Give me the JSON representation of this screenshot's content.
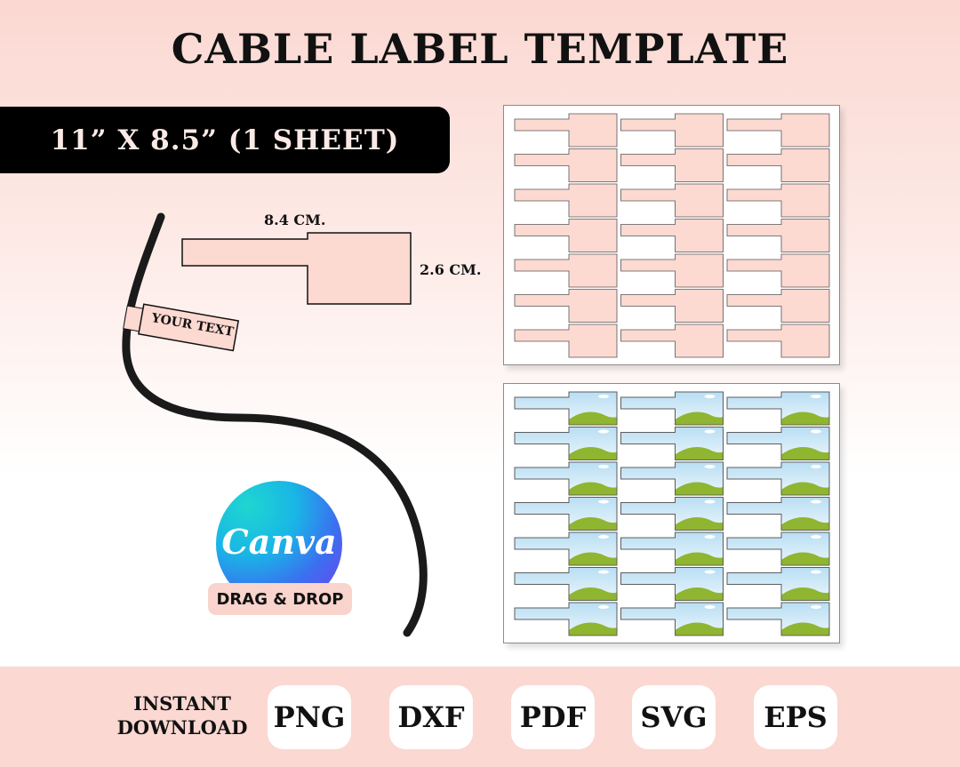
{
  "title": "CABLE LABEL TEMPLATE",
  "size_banner": "11” X 8.5” (1 SHEET)",
  "dimensions": {
    "width_label": "8.4 CM.",
    "height_label": "2.6 CM."
  },
  "sample_label_text": "YOUR TEXT",
  "canva": {
    "logo_text": "Canva",
    "badge": "DRAG & DROP"
  },
  "footer": {
    "instant_line1": "INSTANT",
    "instant_line2": "DOWNLOAD",
    "formats": [
      "PNG",
      "DXF",
      "PDF",
      "SVG",
      "EPS"
    ]
  },
  "sheets": {
    "columns": 3,
    "rows": 7
  },
  "colors": {
    "label_pink": "#fcd9d1",
    "accent_pink": "#fbd8d2",
    "banner_black": "#000000",
    "sky": "#d3ecf8",
    "grass": "#8fb531"
  }
}
